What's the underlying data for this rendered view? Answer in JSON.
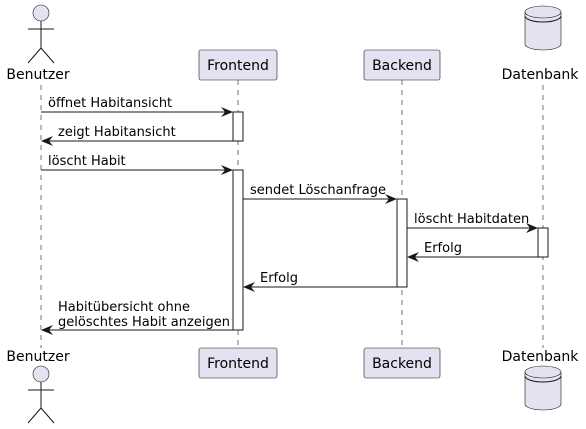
{
  "participants": {
    "benutzer": "Benutzer",
    "frontend": "Frontend",
    "backend": "Backend",
    "datenbank": "Datenbank"
  },
  "messages": [
    {
      "lines": [
        "öffnet Habitansicht"
      ]
    },
    {
      "lines": [
        "zeigt Habitansicht"
      ]
    },
    {
      "lines": [
        "löscht Habit"
      ]
    },
    {
      "lines": [
        "sendet Löschanfrage"
      ]
    },
    {
      "lines": [
        "löscht Habitdaten"
      ]
    },
    {
      "lines": [
        "Erfolg"
      ]
    },
    {
      "lines": [
        "Erfolg"
      ]
    },
    {
      "lines": [
        "Habitübersicht ohne",
        "gelöschtes Habit anzeigen"
      ]
    }
  ],
  "colors": {
    "participant_fill": "#E2E2F0",
    "line": "#181818"
  }
}
